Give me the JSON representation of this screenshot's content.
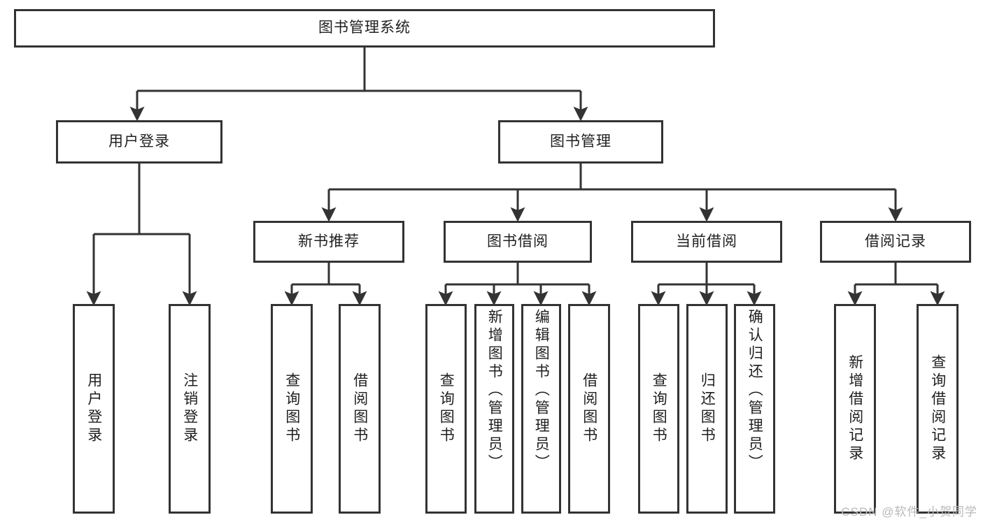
{
  "diagram": {
    "title": "图书管理系统",
    "type": "功能结构图",
    "watermark": "CSDN @软件_小贺同学",
    "colors": {
      "stroke": "#333333",
      "fill": "#ffffff",
      "text": "#1f1f1f",
      "watermark": "#b9b9b9"
    },
    "root": {
      "label": "图书管理系统"
    },
    "level1": [
      {
        "label": "用户登录"
      },
      {
        "label": "图书管理"
      }
    ],
    "level2": [
      {
        "label": "新书推荐"
      },
      {
        "label": "图书借阅"
      },
      {
        "label": "当前借阅"
      },
      {
        "label": "借阅记录"
      }
    ],
    "leaves": {
      "user_login": [
        {
          "label": "用户登录"
        },
        {
          "label": "注销登录"
        }
      ],
      "new_book_recommend": [
        {
          "label": "查询图书"
        },
        {
          "label": "借阅图书"
        }
      ],
      "book_borrow": [
        {
          "label": "查询图书"
        },
        {
          "label": "新增图书（管理员）"
        },
        {
          "label": "编辑图书（管理员）"
        },
        {
          "label": "借阅图书"
        }
      ],
      "current_borrow": [
        {
          "label": "查询图书"
        },
        {
          "label": "归还图书"
        },
        {
          "label": "确认归还（管理员）"
        }
      ],
      "borrow_record": [
        {
          "label": "新增借阅记录"
        },
        {
          "label": "查询借阅记录"
        }
      ]
    }
  }
}
